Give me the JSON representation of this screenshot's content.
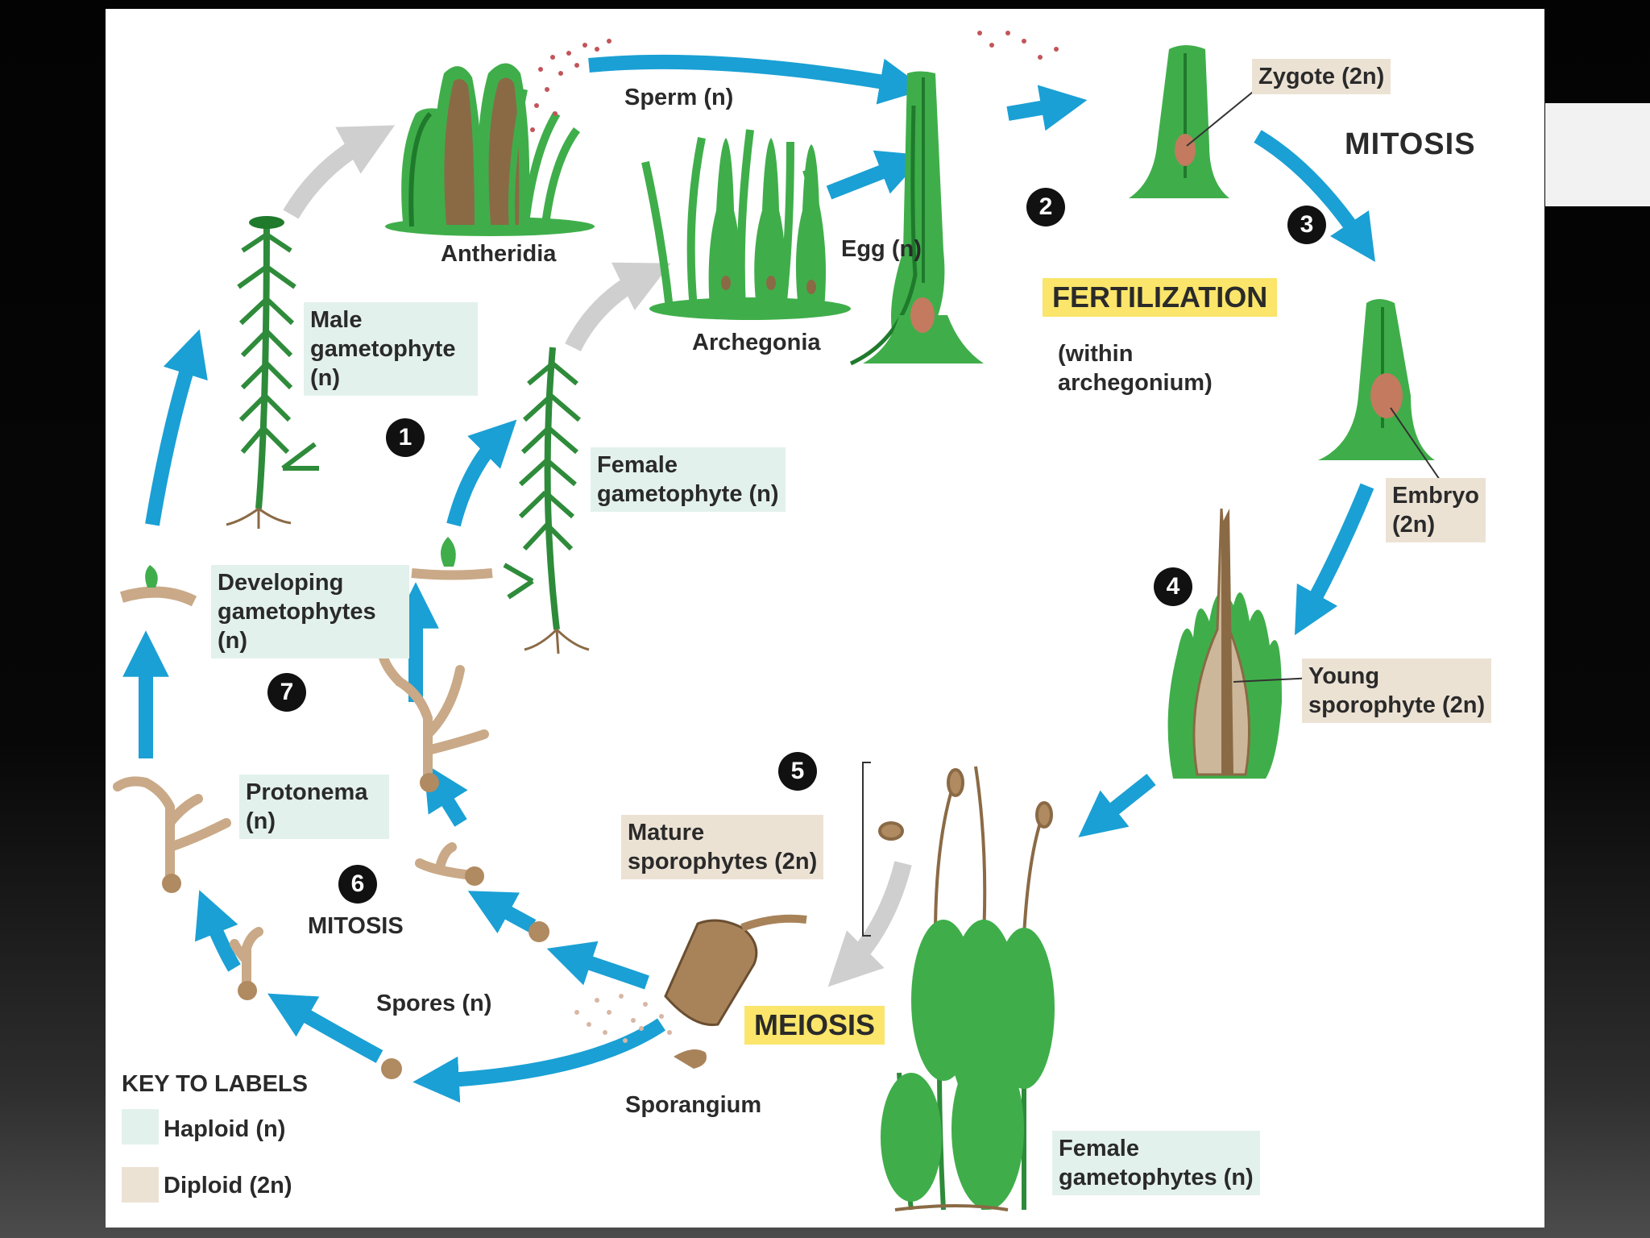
{
  "labels": {
    "antheridia": "Antheridia",
    "sperm": "Sperm (n)",
    "archegonia": "Archegonia",
    "egg": "Egg (n)",
    "zygote": "Zygote (2n)",
    "mitosis_top": "MITOSIS",
    "fertilization": "FERTILIZATION",
    "within_archegonium": "(within\narchegonium)",
    "male_gametophyte": "Male\ngametophyte\n(n)",
    "female_gametophyte": "Female\ngametophyte (n)",
    "embryo": "Embryo\n(2n)",
    "developing_gametophytes": "Developing\ngametophytes\n(n)",
    "young_sporophyte": "Young\nsporophyte (2n)",
    "protonema": "Protonema\n(n)",
    "mature_sporophytes": "Mature\nsporophytes (2n)",
    "mitosis_bottom": "MITOSIS",
    "spores": "Spores (n)",
    "meiosis": "MEIOSIS",
    "sporangium": "Sporangium",
    "female_gametophytes": "Female\ngametophytes (n)"
  },
  "steps": [
    "1",
    "2",
    "3",
    "4",
    "5",
    "6",
    "7"
  ],
  "key": {
    "title": "KEY TO LABELS",
    "haploid": "Haploid (n)",
    "diploid": "Diploid (2n)"
  },
  "colors": {
    "arrow": "#1aa0d4",
    "plant_green": "#3fae4a",
    "dark_green": "#1f7a2c",
    "haploid_bg": "#e3f1ec",
    "diploid_bg": "#ece2d4",
    "highlight": "#fbe56a",
    "brown": "#8a6a45"
  }
}
